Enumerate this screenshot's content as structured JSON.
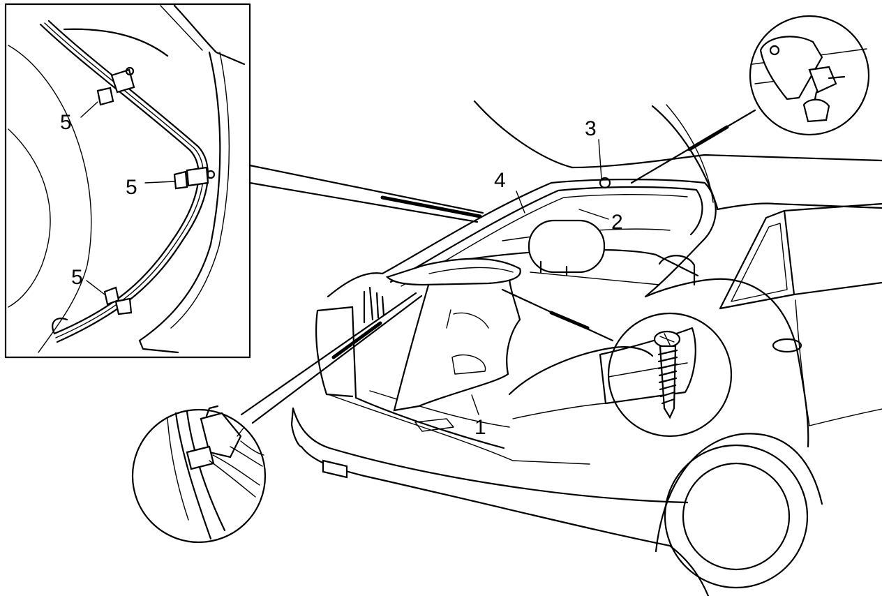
{
  "callouts": {
    "label_1": "1",
    "label_2": "2",
    "label_3": "3",
    "label_4": "4"
  },
  "inset": {
    "clip_label_top": "5",
    "clip_label_middle": "5",
    "clip_label_bottom": "5"
  }
}
